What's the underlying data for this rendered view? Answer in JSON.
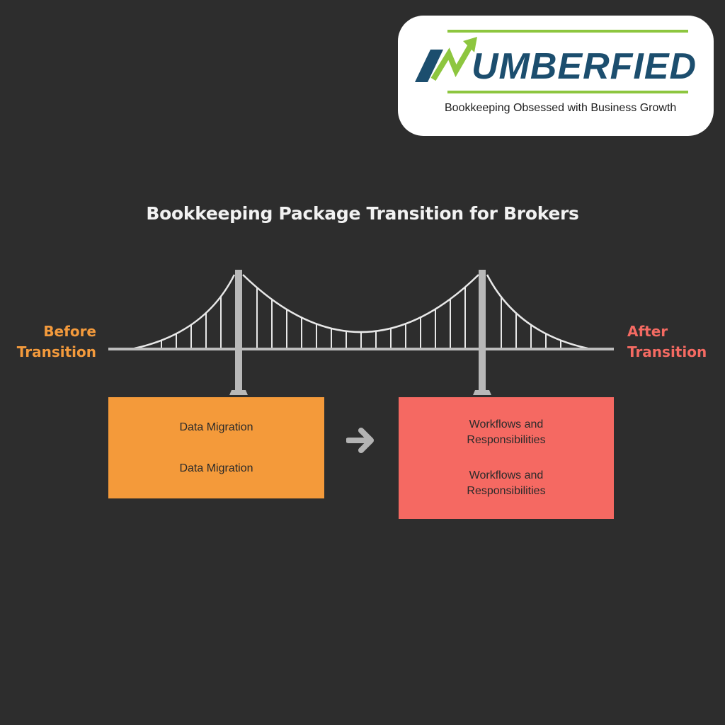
{
  "logo": {
    "wordmark": "UMBERFIED",
    "tagline": "Bookkeeping Obsessed with Business Growth",
    "colors": {
      "navy": "#1c4e6e",
      "green": "#8dc63f"
    }
  },
  "diagram": {
    "title": "Bookkeeping Package Transition for Brokers",
    "before": {
      "line1": "Before",
      "line2": "Transition",
      "color": "#f39a3c",
      "items": [
        "Data Migration",
        "Data Migration"
      ]
    },
    "after": {
      "line1": "After",
      "line2": "Transition",
      "color": "#f46a62",
      "items": [
        "Workflows and Responsibilities",
        "Workflows and Responsibilities"
      ]
    },
    "arrow_icon": "arrow-right-icon",
    "bridge_icon": "suspension-bridge-icon"
  }
}
